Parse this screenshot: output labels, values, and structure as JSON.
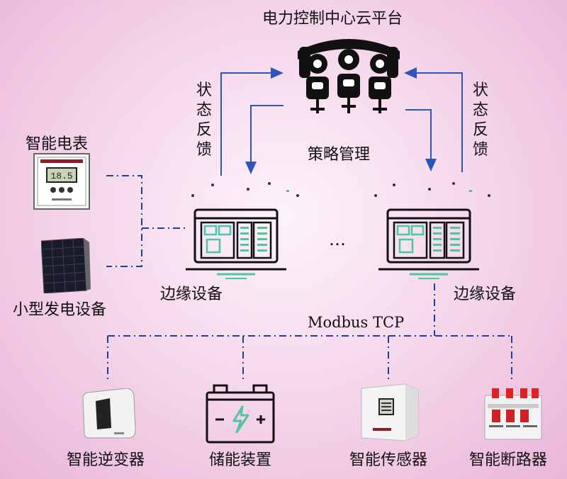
{
  "cloud": {
    "title": "电力控制中心云平台",
    "policy_label": "策略管理"
  },
  "feedback": {
    "left_label": "状态反馈",
    "right_label": "状态反馈"
  },
  "edge": {
    "left_label": "边缘设备",
    "right_label": "边缘设备",
    "ellipsis": "…"
  },
  "inputs": {
    "meter_label": "智能电表",
    "meter_display": "18.5",
    "generator_label": "小型发电设备"
  },
  "bus": {
    "protocol": "Modbus TCP"
  },
  "devices": [
    {
      "label": "智能逆变器"
    },
    {
      "label": "储能装置"
    },
    {
      "label": "智能传感器"
    },
    {
      "label": "智能断路器"
    }
  ],
  "colors": {
    "arrow_blue": "#2f55b8",
    "dash_blue": "#1f3f9a",
    "accent_green": "#4fc79c",
    "icon_dark": "#111111"
  }
}
